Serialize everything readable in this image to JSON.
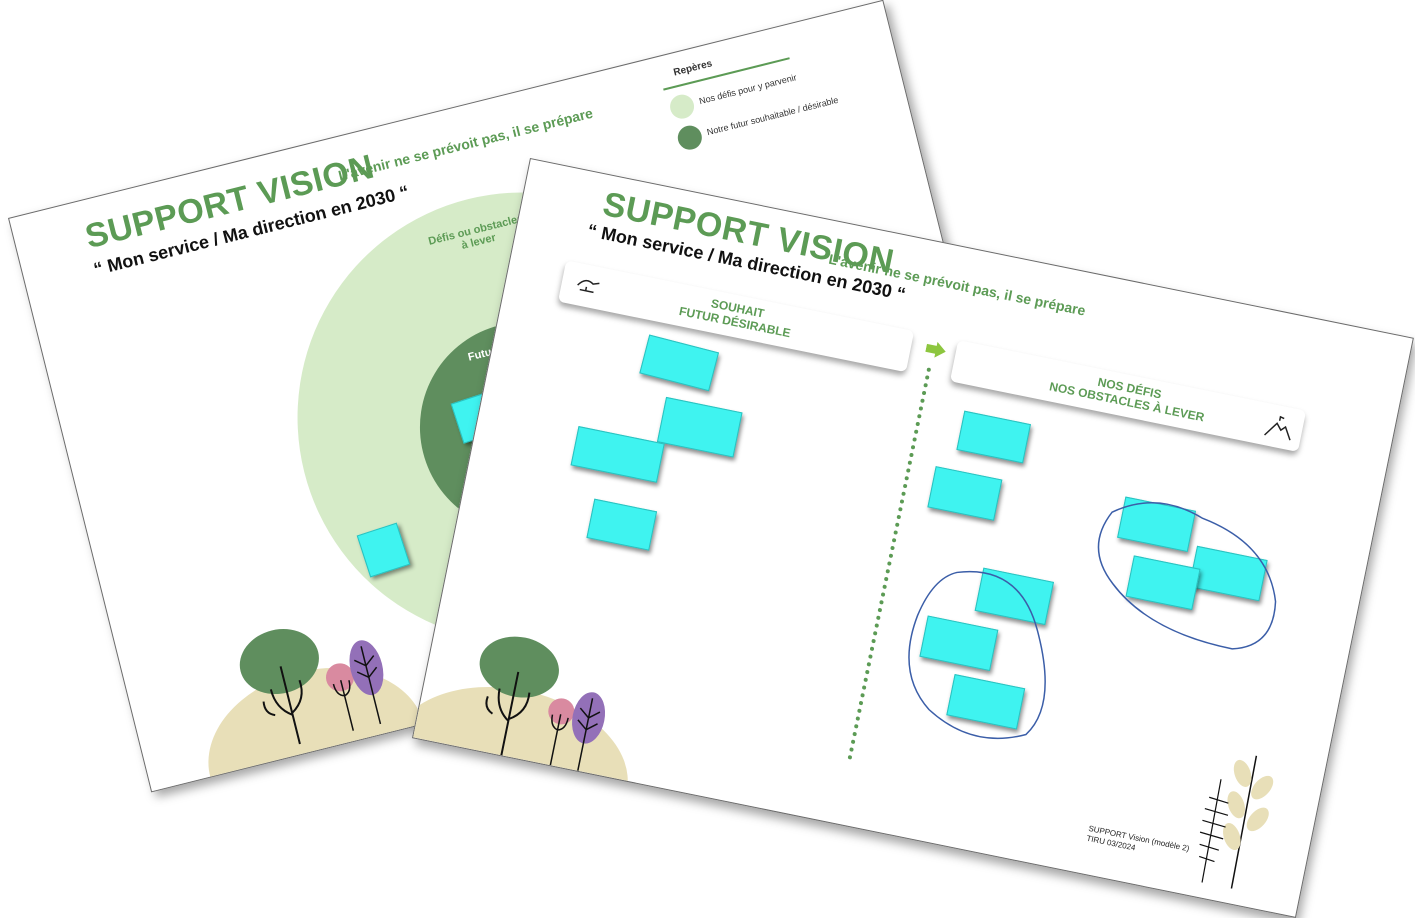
{
  "sheet1": {
    "title": "SUPPORT VISION",
    "tagline": "L'avenir ne se prévoit pas, il se prépare",
    "subtitle": "“ Mon service / Ma direction en 2030 “",
    "legend": {
      "title": "Repères",
      "items": [
        {
          "label": "Nos défis pour y parvenir",
          "color": "#d6ebc8"
        },
        {
          "label": "Notre futur souhaitable / désirable",
          "color": "#5f8e5e"
        }
      ]
    },
    "outer_circle_label": "Défis ou obstacles à lever",
    "inner_circle_label": "Futur souhaité"
  },
  "sheet2": {
    "title": "SUPPORT VISION",
    "tagline": "L'avenir ne se prévoit pas, il se prépare",
    "subtitle": "“ Mon service / Ma direction en 2030 “",
    "left_banner": {
      "line1": "SOUHAIT",
      "line2": "FUTUR DÉSIRABLE"
    },
    "right_banner": {
      "line1": "NOS DÉFIS",
      "line2": "NOS OBSTACLES À LEVER"
    },
    "footer": {
      "line1": "SUPPORT Vision (modèle 2)",
      "line2": "TIRU 03/2024"
    }
  },
  "colors": {
    "accent_green": "#5c9b55",
    "light_green": "#d6ebc8",
    "dark_green": "#5f8e5e",
    "sticky_note": "#3ff3f0",
    "sand": "#e8dfb8",
    "pink": "#d98aa0",
    "purple": "#9370b8"
  }
}
